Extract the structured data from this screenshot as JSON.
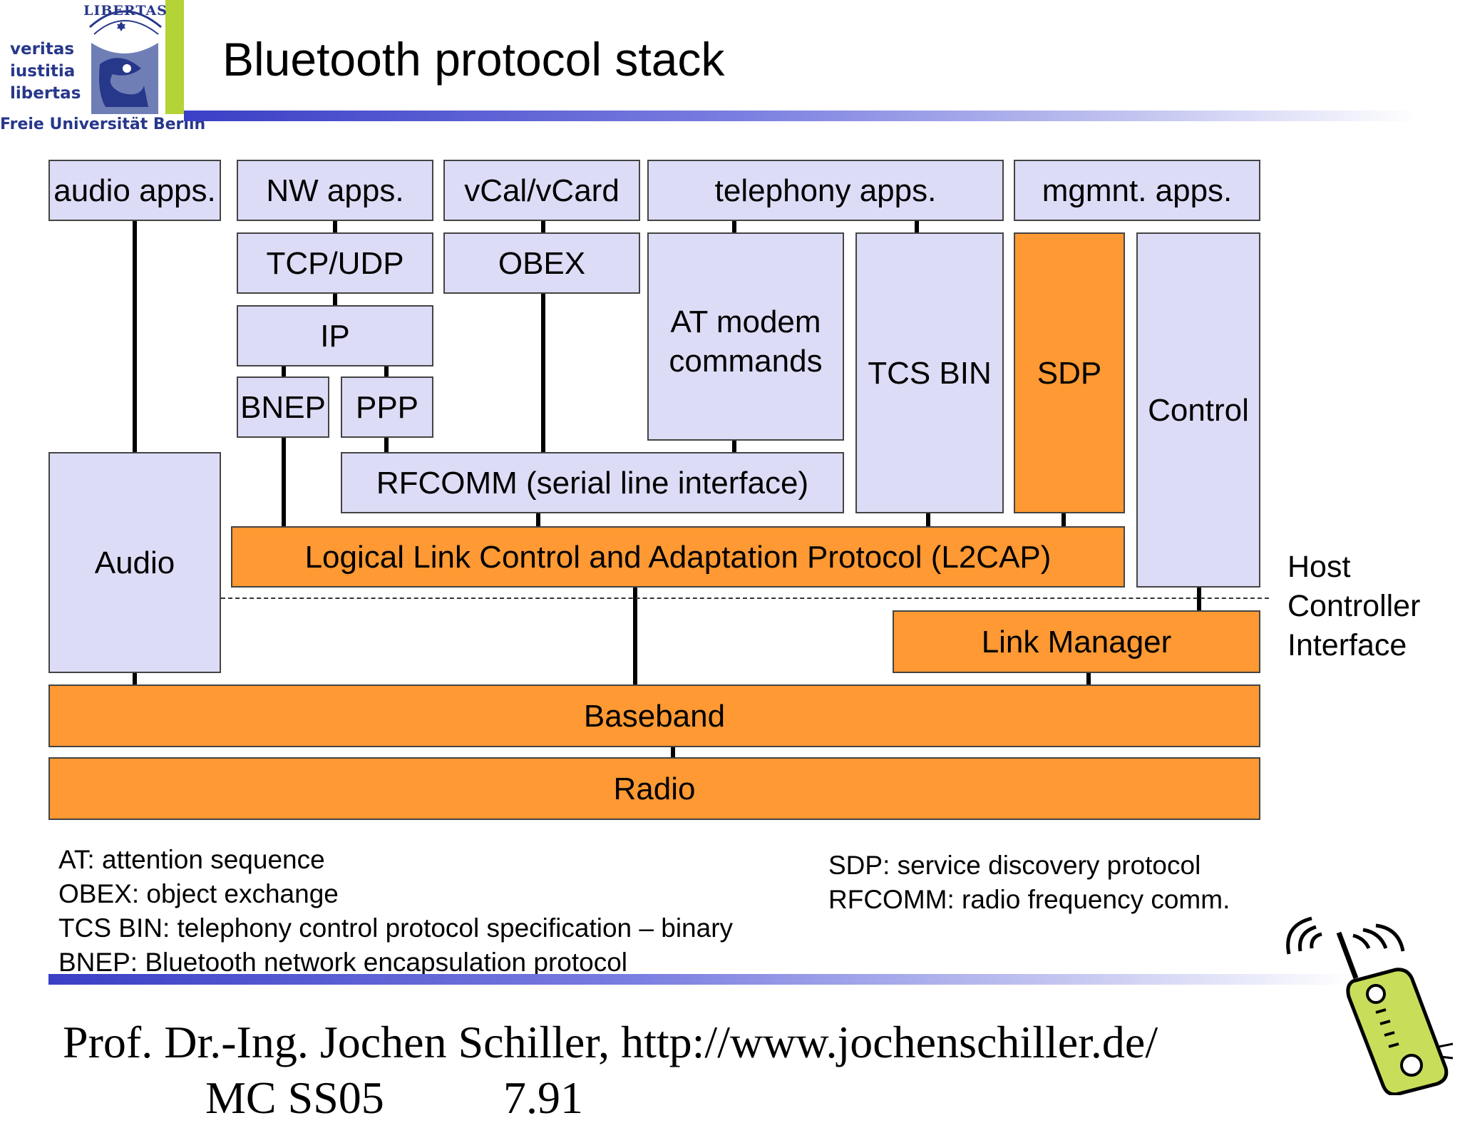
{
  "header": {
    "logo_lines": [
      "veritas",
      "iustitia",
      "libertas"
    ],
    "seal_text": "LIBERTAS",
    "university": "Freie Universität Berlin",
    "title": "Bluetooth protocol stack"
  },
  "diagram": {
    "apps": {
      "audio": "audio apps.",
      "nw": "NW apps.",
      "vcal": "vCal/vCard",
      "telephony": "telephony apps.",
      "mgmnt": "mgmnt. apps."
    },
    "layers": {
      "tcpudp": "TCP/UDP",
      "obex": "OBEX",
      "at_line1": "AT modem",
      "at_line2": "commands",
      "tcs": "TCS BIN",
      "sdp": "SDP",
      "control": "Control",
      "ip": "IP",
      "bnep": "BNEP",
      "ppp": "PPP",
      "rfcomm": "RFCOMM (serial line interface)",
      "audio": "Audio",
      "l2cap": "Logical Link Control and Adaptation Protocol (L2CAP)",
      "link_manager": "Link Manager",
      "baseband": "Baseband",
      "radio": "Radio"
    },
    "hci_lines": [
      "Host",
      "Controller",
      "Interface"
    ],
    "colors": {
      "lavender": "#dcdcf6",
      "orange": "#fe9933",
      "rule_blue": "#3a3fc6"
    }
  },
  "legend": {
    "left": [
      "AT: attention sequence",
      "OBEX: object exchange",
      "TCS BIN: telephony control protocol specification – binary",
      "BNEP: Bluetooth network encapsulation protocol"
    ],
    "right": [
      "SDP: service discovery protocol",
      "RFCOMM: radio frequency comm."
    ]
  },
  "footer": {
    "line1": "Prof. Dr.-Ing. Jochen Schiller, http://www.jochenschiller.de/",
    "line2": "MC SS05",
    "page": "7.91"
  },
  "icons": {
    "phone": "mobile-phone-icon",
    "seal": "university-seal-icon"
  }
}
